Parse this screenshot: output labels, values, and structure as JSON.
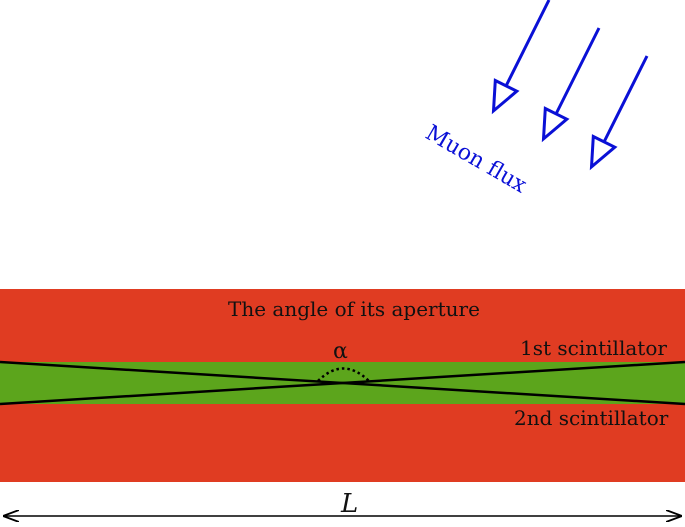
{
  "colors": {
    "background": "#ffffff",
    "outer_band": "#e03c22",
    "inner_band": "#5ca51c",
    "flux": "#0a10d6",
    "lines": "#000000"
  },
  "muon_flux": {
    "label": "Muon flux",
    "arrow_count": 3,
    "icon": "hollow-triangle-arrow-icon"
  },
  "aperture": {
    "label": "The angle of  its aperture",
    "angle_symbol": "α"
  },
  "scintillators": {
    "first_label": "1st scintillator",
    "second_label": "2nd scintillator"
  },
  "length": {
    "symbol": "L"
  }
}
